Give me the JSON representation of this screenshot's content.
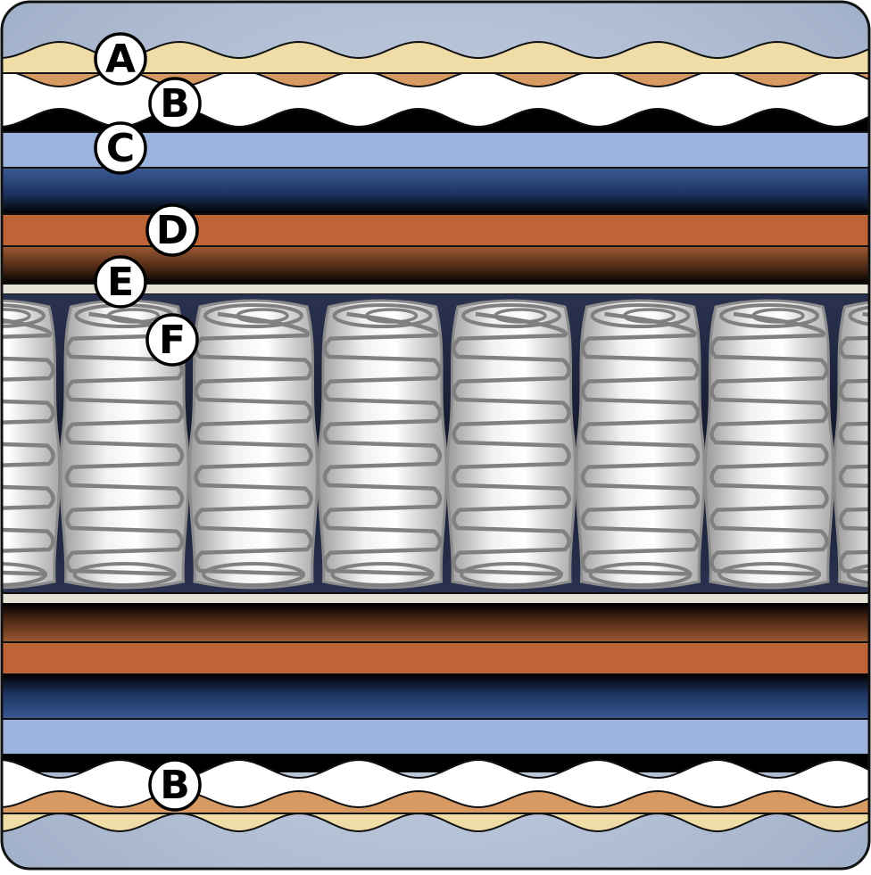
{
  "title": "",
  "labels": [
    {
      "id": "label-a",
      "letter": "A"
    },
    {
      "id": "label-b-top",
      "letter": "B"
    },
    {
      "id": "label-c",
      "letter": "C"
    },
    {
      "id": "label-d",
      "letter": "D"
    },
    {
      "id": "label-e",
      "letter": "E"
    },
    {
      "id": "label-f",
      "letter": "F"
    },
    {
      "id": "label-b-bottom",
      "letter": "B"
    }
  ],
  "colors": {
    "cover": "#a9b8d0",
    "cream": "#efdca6",
    "tan": "#d79a62",
    "white_layer": "#ffffff",
    "light_blue": "#9cb3dd",
    "dark_blue": "#1d3461",
    "copper": "#bf6436",
    "beige_strip": "#e7e2d6",
    "navy_bg": "#1a1f33",
    "coil": "#808080",
    "outline": "#111111"
  },
  "spring_count": 7
}
